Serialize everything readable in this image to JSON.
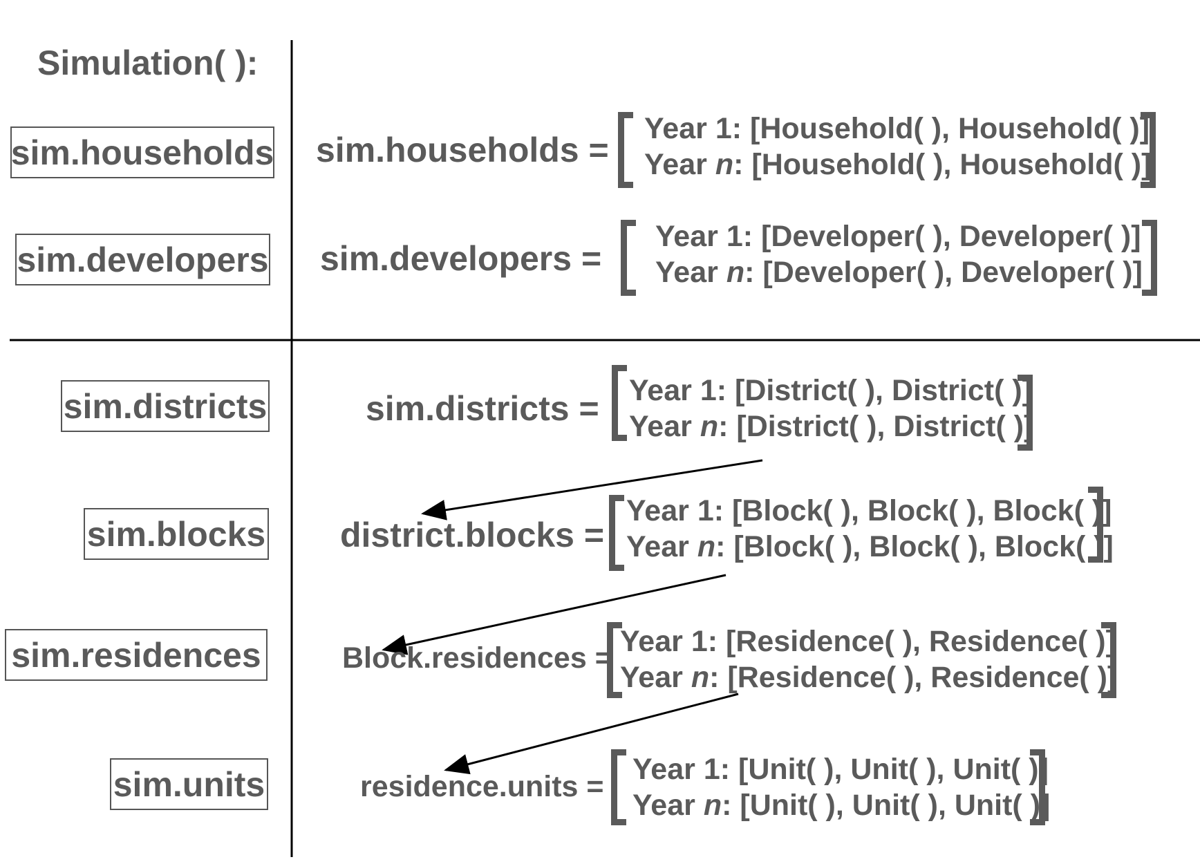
{
  "title": "Simulation( ):",
  "labels": {
    "households": "sim.households",
    "developers": "sim.developers",
    "districts": "sim.districts",
    "blocks": "sim.blocks",
    "residences": "sim.residences",
    "units": "sim.units"
  },
  "assignments": {
    "households": "sim.households =",
    "developers": "sim.developers =",
    "districts": "sim.districts =",
    "blocks": "district.blocks =",
    "residences": "Block.residences =",
    "units": "residence.units ="
  },
  "rows": {
    "year1_prefix": "Year 1: ",
    "yearn_prefix_a": "Year ",
    "yearn_italic": "n",
    "yearn_prefix_b": ": ",
    "households": "[Household( ), Household( )]",
    "developers": "[Developer( ), Developer( )]",
    "districts": "[District( ), District( )]",
    "blocks": "[Block( ), Block( ), Block( )]",
    "residences": "[Residence( ), Residence( )]",
    "units": "[Unit( ), Unit( ), Unit( )]"
  },
  "colors": {
    "text": "#5a5a5a",
    "lines": "#000000"
  }
}
